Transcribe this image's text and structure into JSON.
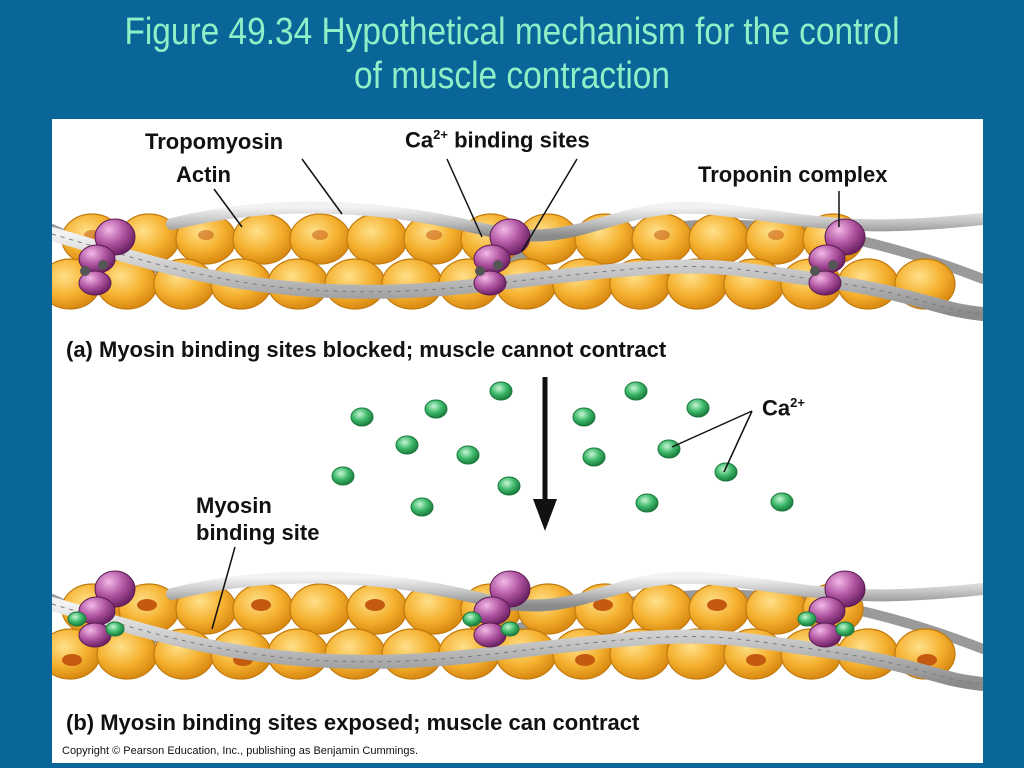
{
  "slide": {
    "title_line1": "Figure 49.34  Hypothetical mechanism for the control",
    "title_line2": "of muscle contraction"
  },
  "colors": {
    "background": "#0a6699",
    "title": "#8ff0c8",
    "actin": "#f5b12f",
    "tropomyosin": "#c8c8c8",
    "troponin": "#9b3f8c",
    "calcium": "#3cb96a",
    "binding_site": "#c45a10"
  },
  "labels": {
    "tropomyosin": "Tropomyosin",
    "actin": "Actin",
    "ca_binding_base": "Ca",
    "ca_binding_sup": "2+",
    "ca_binding_rest": " binding sites",
    "troponin_complex": "Troponin complex",
    "ca_ion_base": "Ca",
    "ca_ion_sup": "2+",
    "myosin_binding_line1": "Myosin",
    "myosin_binding_line2": "binding site"
  },
  "captions": {
    "a": "(a) Myosin binding sites blocked; muscle cannot contract",
    "b": "(b) Myosin binding sites exposed; muscle can contract"
  },
  "copyright": "Copyright © Pearson Education, Inc., publishing as Benjamin Cummings."
}
